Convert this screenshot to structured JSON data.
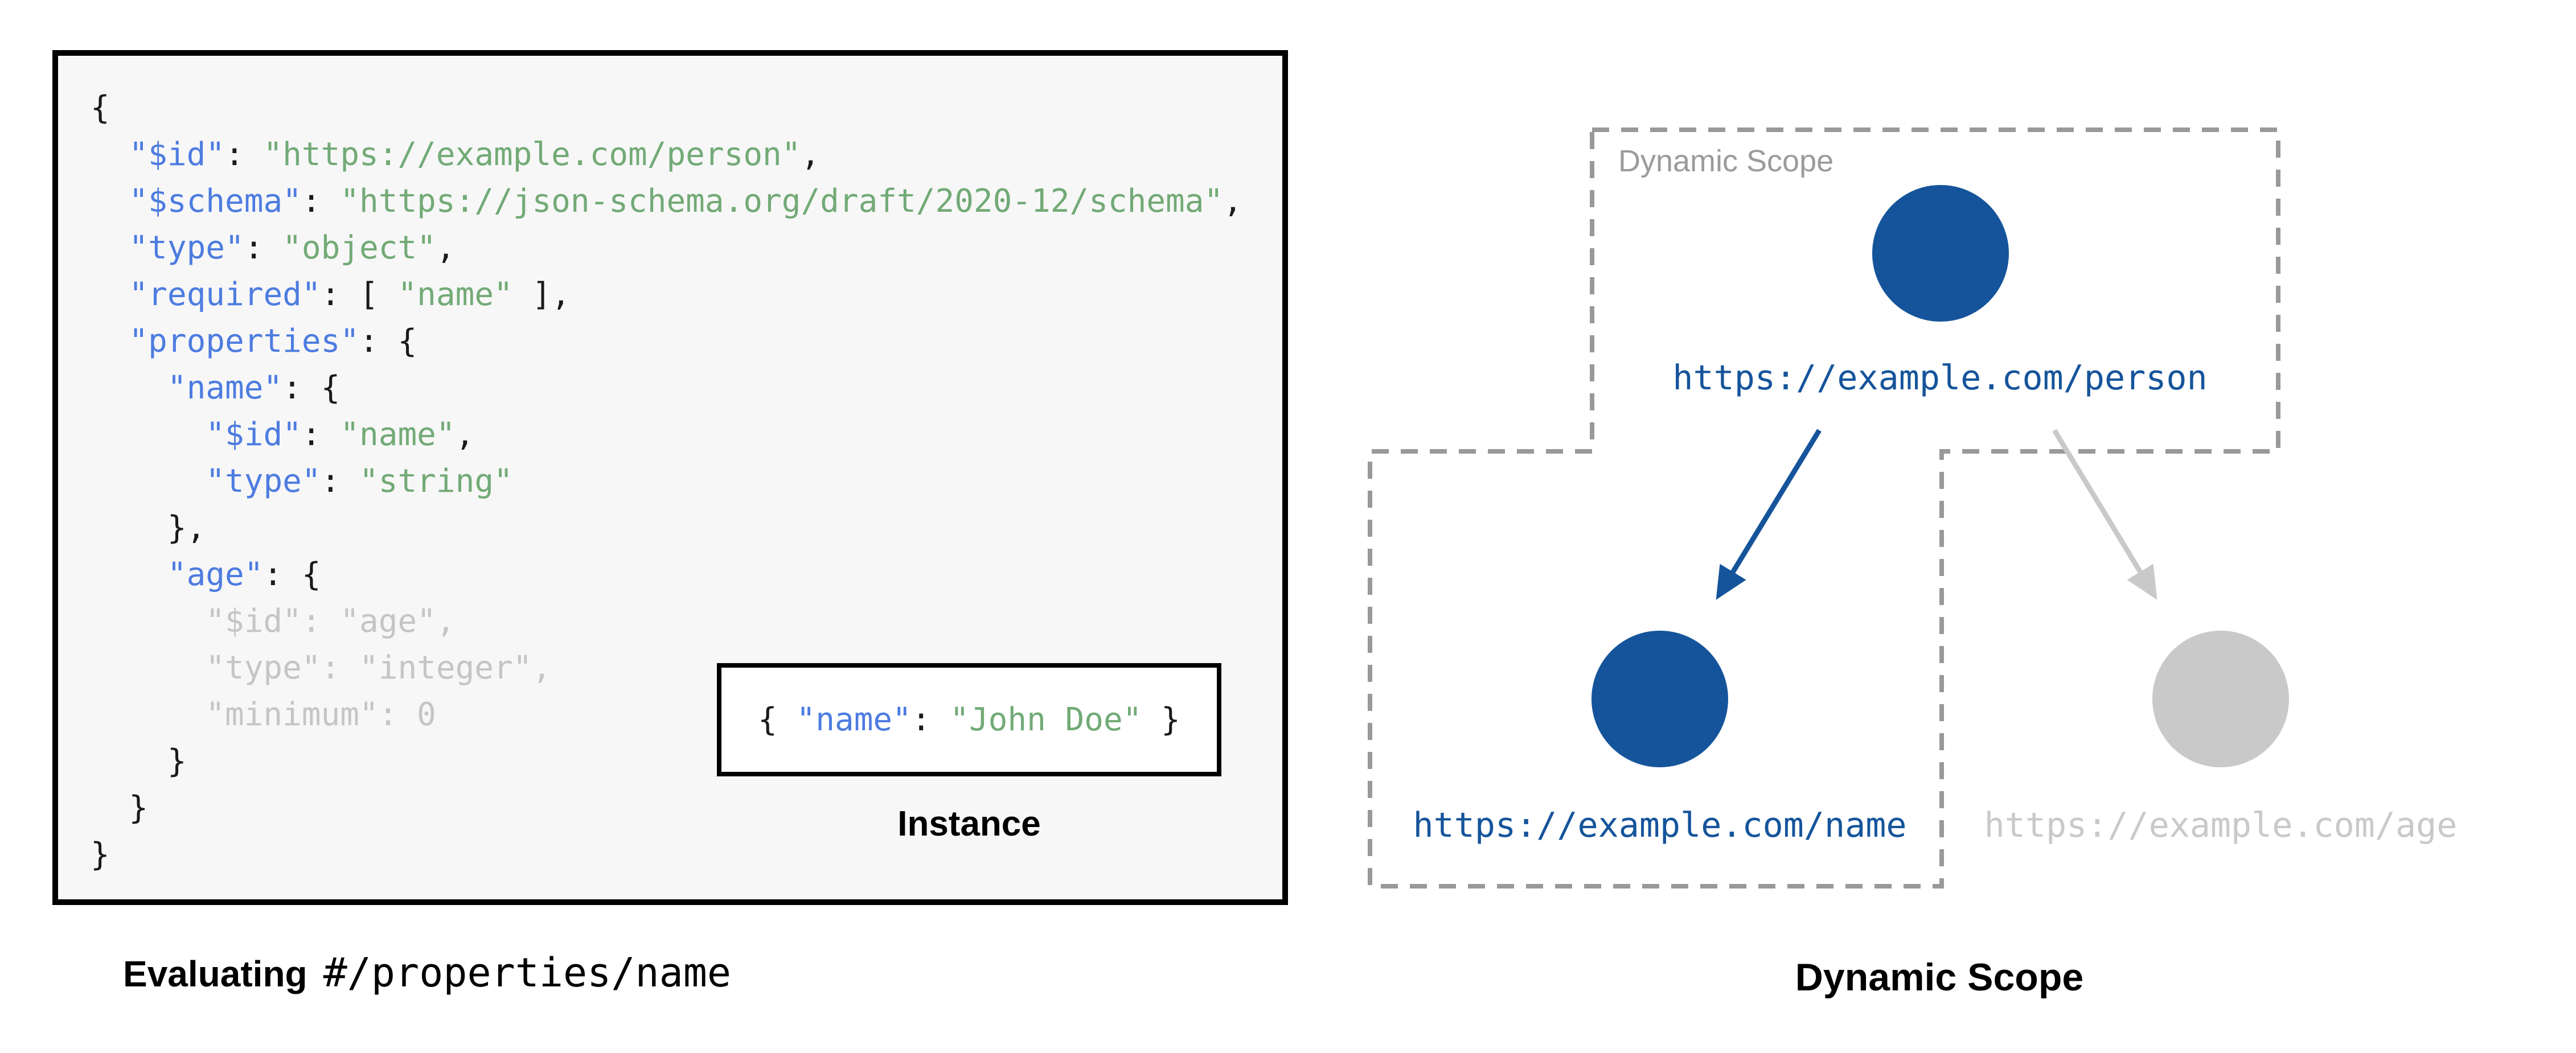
{
  "colors": {
    "panel_bg": "#f7f7f7",
    "ink": "#000000",
    "key_blue": "#4d7ce0",
    "str_green": "#72aa76",
    "faded": "#c5c5c5",
    "node_blue": "#15549b",
    "node_gray": "#c9c9c9",
    "dash_gray": "#999999",
    "scope_label_gray": "#9b9b9b",
    "punct": "#1a1a1a"
  },
  "schema_panel": {
    "code_lines": [
      [
        [
          "p",
          "{"
        ]
      ],
      [
        [
          "p",
          "  "
        ],
        [
          "k",
          "\"$id\""
        ],
        [
          "p",
          ": "
        ],
        [
          "s",
          "\"https://example.com/person\""
        ],
        [
          "p",
          ","
        ]
      ],
      [
        [
          "p",
          "  "
        ],
        [
          "k",
          "\"$schema\""
        ],
        [
          "p",
          ": "
        ],
        [
          "s",
          "\"https://json-schema.org/draft/2020-12/schema\""
        ],
        [
          "p",
          ","
        ]
      ],
      [
        [
          "p",
          "  "
        ],
        [
          "k",
          "\"type\""
        ],
        [
          "p",
          ": "
        ],
        [
          "s",
          "\"object\""
        ],
        [
          "p",
          ","
        ]
      ],
      [
        [
          "p",
          "  "
        ],
        [
          "k",
          "\"required\""
        ],
        [
          "p",
          ": [ "
        ],
        [
          "s",
          "\"name\""
        ],
        [
          "p",
          " ],"
        ]
      ],
      [
        [
          "p",
          "  "
        ],
        [
          "k",
          "\"properties\""
        ],
        [
          "p",
          ": {"
        ]
      ],
      [
        [
          "p",
          "    "
        ],
        [
          "k",
          "\"name\""
        ],
        [
          "p",
          ": {"
        ]
      ],
      [
        [
          "p",
          "      "
        ],
        [
          "k",
          "\"$id\""
        ],
        [
          "p",
          ": "
        ],
        [
          "s",
          "\"name\""
        ],
        [
          "p",
          ","
        ]
      ],
      [
        [
          "p",
          "      "
        ],
        [
          "k",
          "\"type\""
        ],
        [
          "p",
          ": "
        ],
        [
          "s",
          "\"string\""
        ]
      ],
      [
        [
          "p",
          "    },"
        ]
      ],
      [
        [
          "p",
          "    "
        ],
        [
          "k",
          "\"age\""
        ],
        [
          "p",
          ": {"
        ]
      ],
      [
        [
          "f",
          "      \"$id\": \"age\","
        ]
      ],
      [
        [
          "f",
          "      \"type\": \"integer\","
        ]
      ],
      [
        [
          "f",
          "      \"minimum\": 0"
        ]
      ],
      [
        [
          "p",
          "    }"
        ]
      ],
      [
        [
          "p",
          "  }"
        ]
      ],
      [
        [
          "p",
          "}"
        ]
      ]
    ],
    "instance": {
      "segments": [
        [
          "p",
          "{ "
        ],
        [
          "k",
          "\"name\""
        ],
        [
          "p",
          ": "
        ],
        [
          "s",
          "\"John Doe\""
        ],
        [
          "p",
          " }"
        ]
      ],
      "label": "Instance"
    },
    "caption": {
      "bold": "Evaluating",
      "pointer": "#/properties/name"
    }
  },
  "scope_diagram": {
    "scope_label": "Dynamic Scope",
    "caption": "Dynamic Scope",
    "nodes": [
      {
        "id": "person",
        "label": "https://example.com/person",
        "state": "active"
      },
      {
        "id": "name",
        "label": "https://example.com/name",
        "state": "active"
      },
      {
        "id": "age",
        "label": "https://example.com/age",
        "state": "inactive"
      }
    ],
    "edges": [
      {
        "from": "person",
        "to": "name",
        "state": "active"
      },
      {
        "from": "person",
        "to": "age",
        "state": "inactive"
      }
    ]
  }
}
